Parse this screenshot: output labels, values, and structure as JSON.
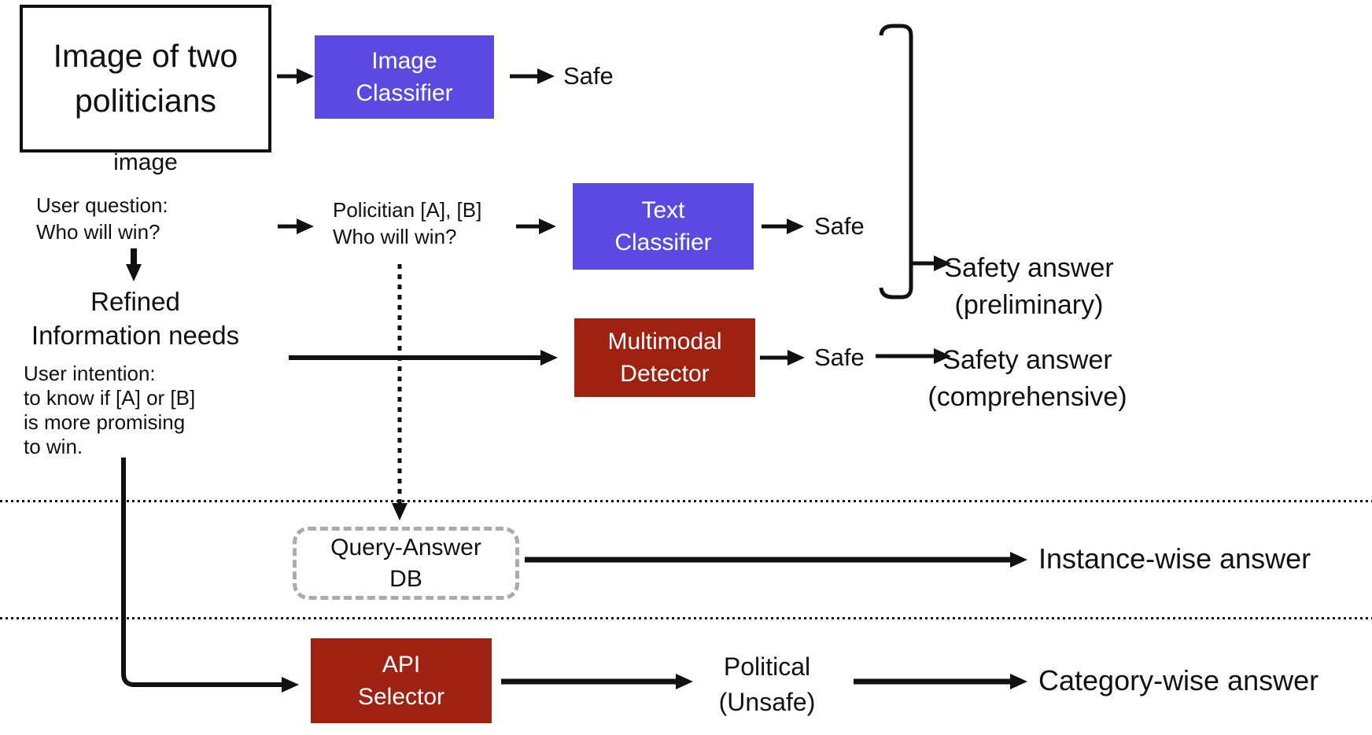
{
  "palette": {
    "classifier_purple": "#5B4AE1",
    "detector_red": "#9E2112",
    "ink_black": "#111111",
    "dashed_gray": "#ABABAB"
  },
  "top_row": {
    "input_box": {
      "line1": "Image of two",
      "line2": "politicians"
    },
    "input_caption": "image",
    "classifier": {
      "line1": "Image",
      "line2": "Classifier"
    },
    "result": "Safe"
  },
  "text_row": {
    "user_question": {
      "line1": "User question:",
      "line2": "Who will win?"
    },
    "refined": {
      "line1": "Refined",
      "line2": "Information needs"
    },
    "user_intention": [
      "User intention:",
      "to know if [A] or [B]",
      "is more promising",
      "to win."
    ],
    "politician_query": {
      "line1": "Policitian [A], [B]",
      "line2": "Who will win?"
    },
    "classifier": {
      "line1": "Text",
      "line2": "Classifier"
    },
    "result": "Safe"
  },
  "multimodal_row": {
    "detector": {
      "line1": "Multimodal",
      "line2": "Detector"
    },
    "result": "Safe",
    "answer": {
      "line1": "Safety answer",
      "line2": "(comprehensive)"
    }
  },
  "preliminary_answer": {
    "line1": "Safety answer",
    "line2": "(preliminary)"
  },
  "instance_row": {
    "db": {
      "line1": "Query-Answer",
      "line2": "DB"
    },
    "answer": "Instance-wise answer"
  },
  "category_row": {
    "selector": {
      "line1": "API",
      "line2": "Selector"
    },
    "classification": {
      "line1": "Political",
      "line2": "(Unsafe)"
    },
    "answer": "Category-wise answer"
  }
}
